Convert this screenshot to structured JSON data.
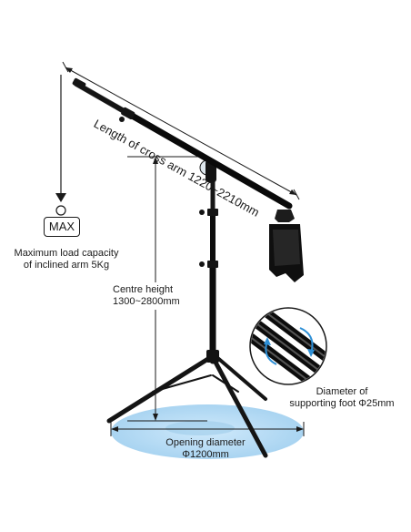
{
  "arm_length": "Length of cross arm 1220~2210mm",
  "max_badge": "MAX",
  "max_load": {
    "line1": "Maximum load capacity",
    "line2": "of inclined arm 5Kg"
  },
  "centre_height": {
    "line1": "Centre height",
    "line2": "1300~2800mm"
  },
  "foot_diameter": {
    "line1": "Diameter of",
    "line2": "supporting foot Φ25mm"
  },
  "opening": {
    "line1": "Opening diameter",
    "line2": "Φ1200mm"
  },
  "colors": {
    "stand": "#141414",
    "ellipse": "#b9dcf3",
    "arrow": "#2d8fd6"
  }
}
